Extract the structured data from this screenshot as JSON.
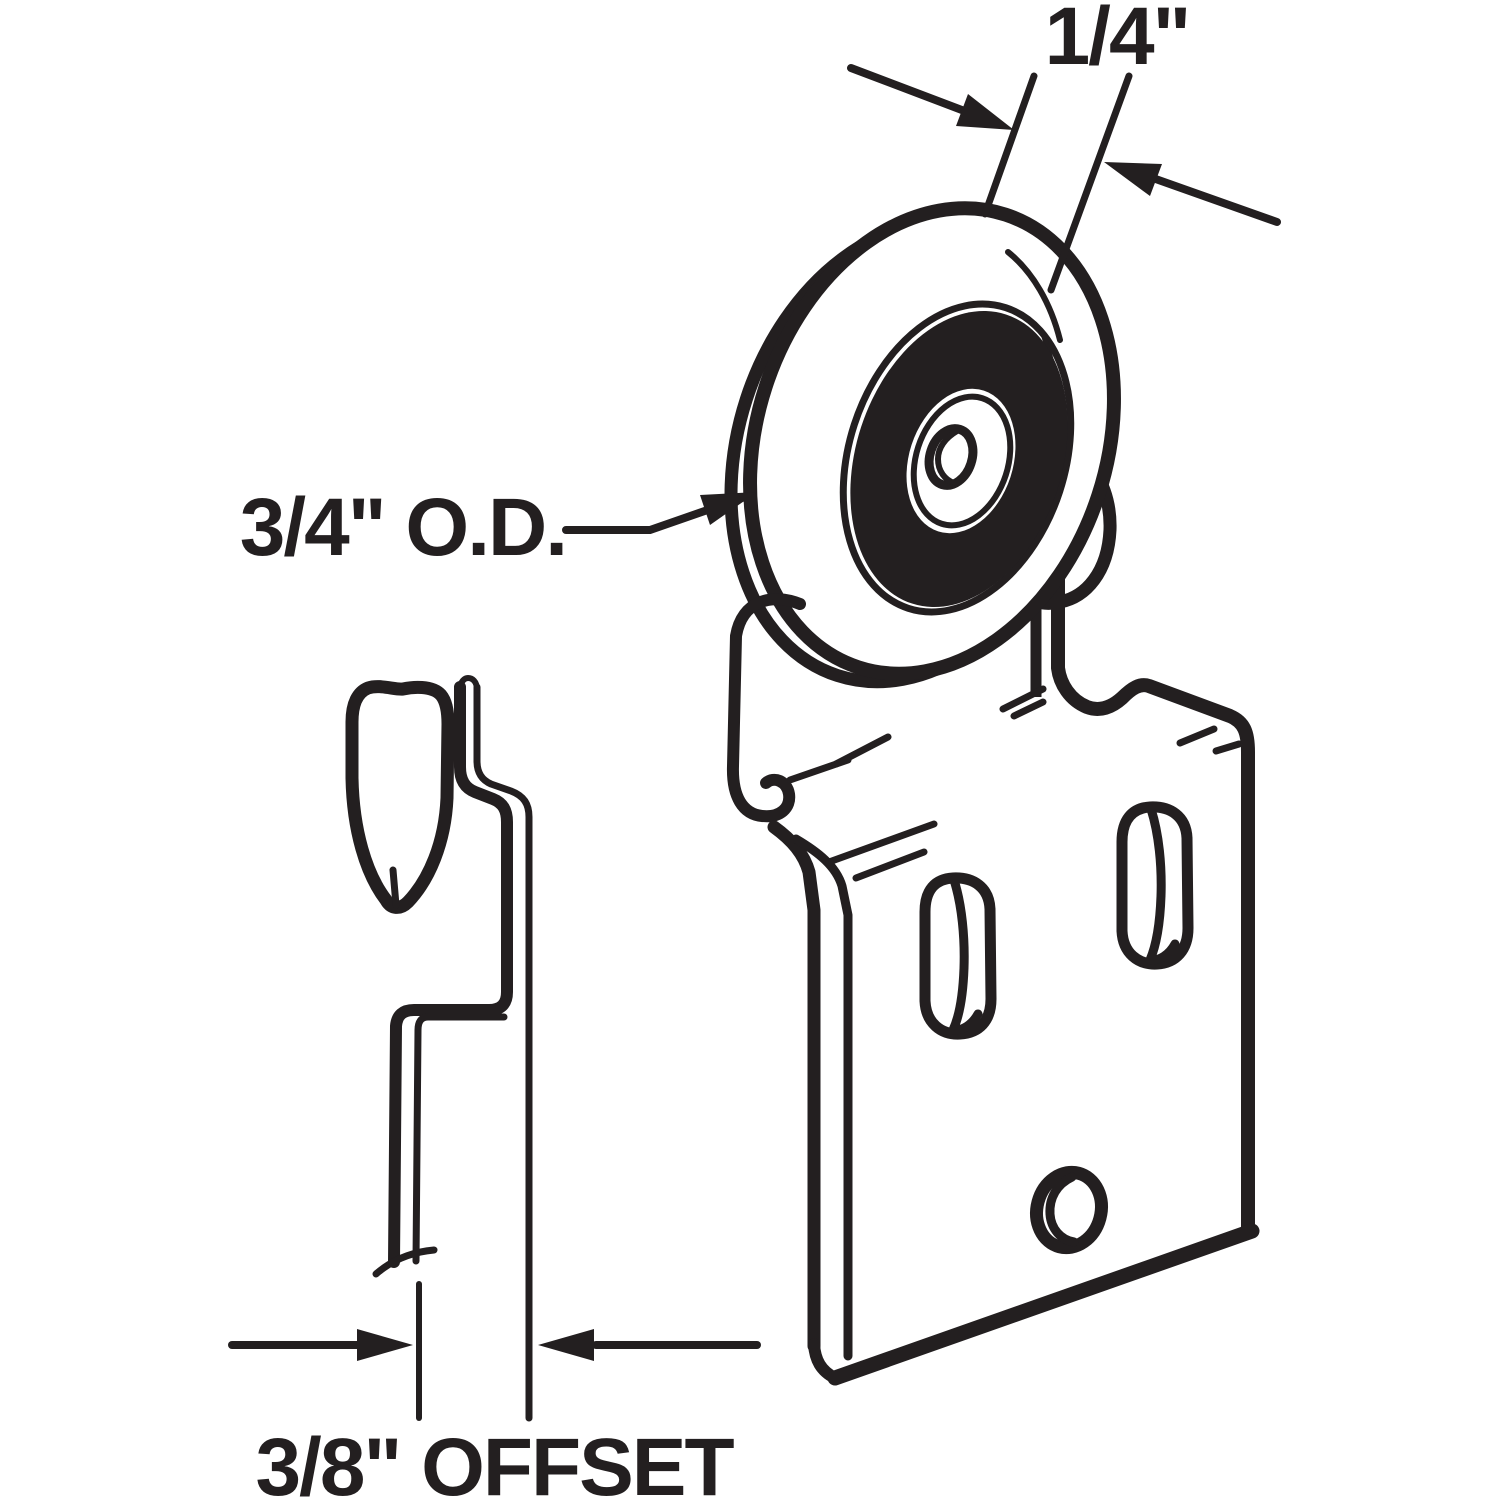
{
  "figure": {
    "type": "technical-line-drawing",
    "subject": "sliding closet door roller and mounting bracket, front 3/4 view with side profile view",
    "labels": {
      "groove_width": "1/4\"",
      "outer_diameter": "3/4\" O.D.",
      "offset": "3/8\" OFFSET"
    },
    "colors": {
      "ink": "#231f20",
      "background": "#ffffff"
    },
    "views": {
      "main_view": "roller wheel on bracket plate with two mounting slots and one round hole",
      "side_view": "roller and bracket edge profile showing offset step"
    }
  }
}
